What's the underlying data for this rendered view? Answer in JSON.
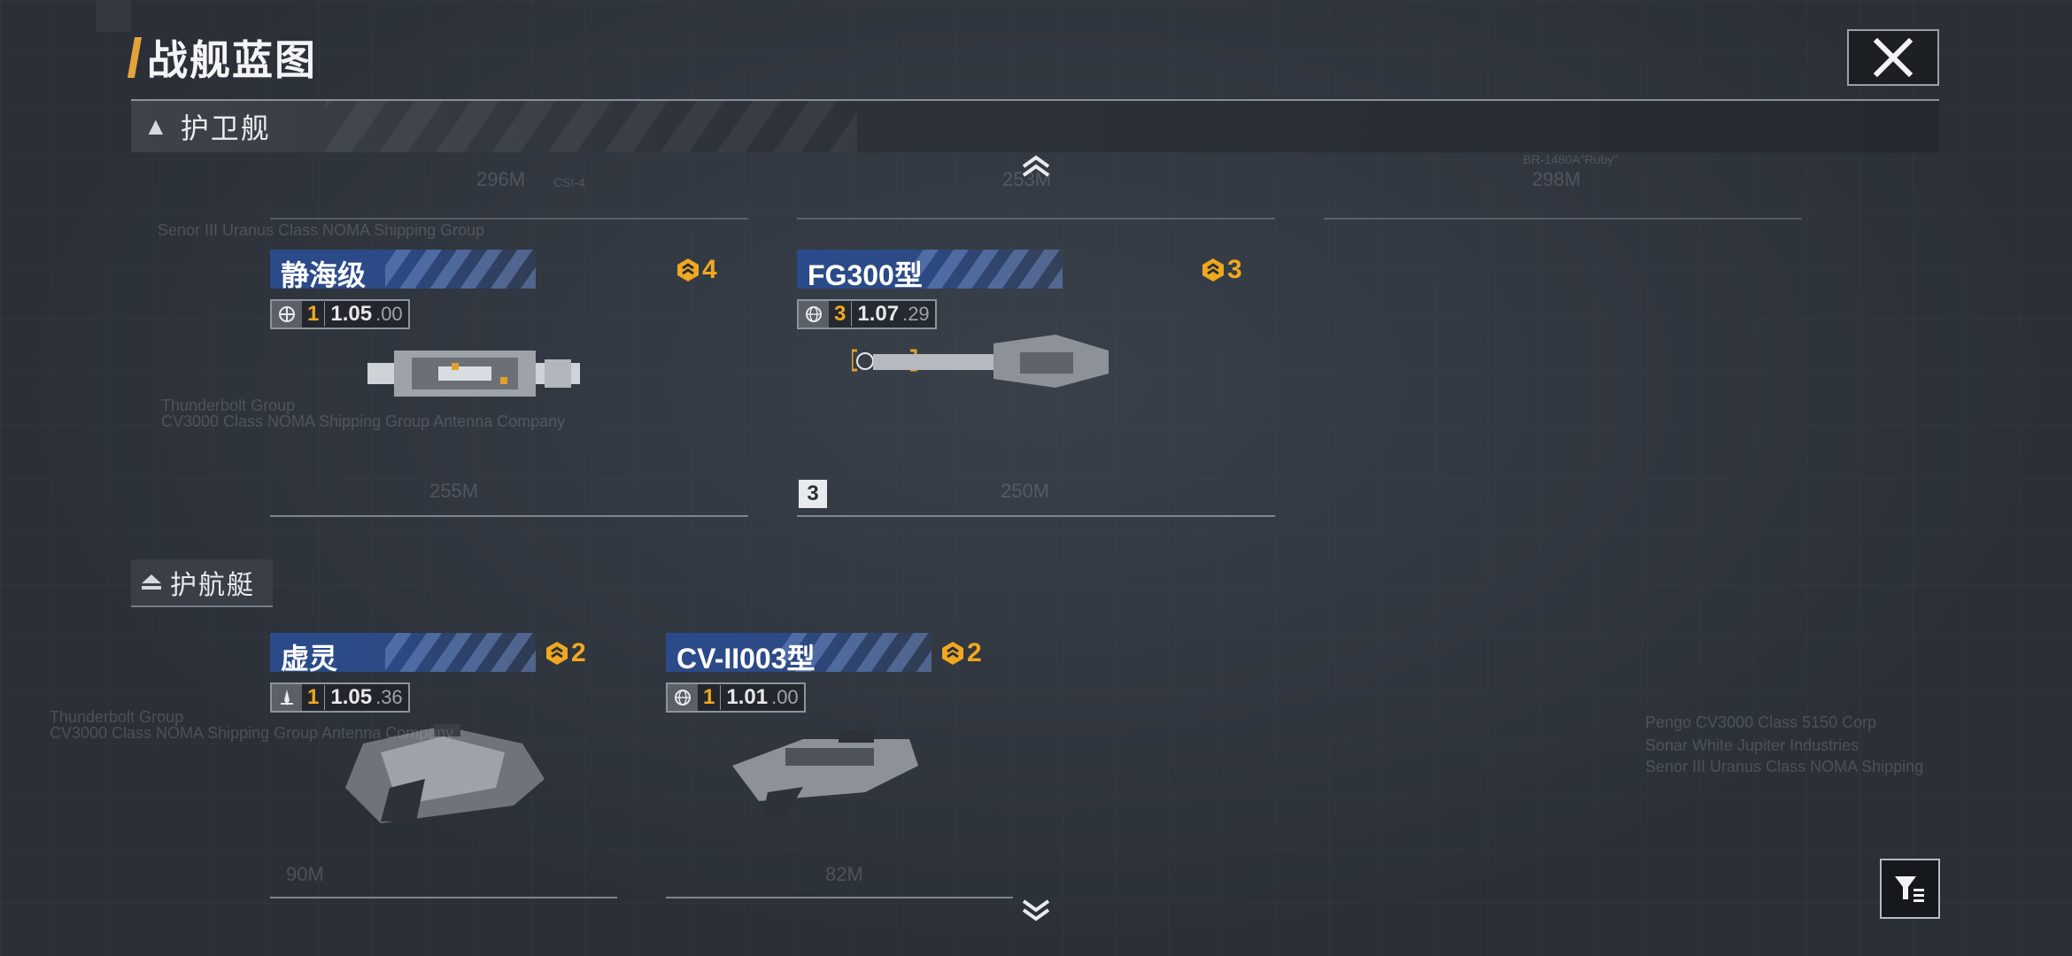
{
  "header": {
    "title": "战舰蓝图"
  },
  "sections": [
    {
      "title": "护卫舰"
    },
    {
      "title": "护航艇"
    }
  ],
  "cards": [
    {
      "name": "静海级",
      "level": "4",
      "count": "1",
      "value_main": "1.05",
      "value_dec": ".00",
      "icon": "shield-globe-icon"
    },
    {
      "name": "FG300型",
      "level": "3",
      "count": "3",
      "value_main": "1.07",
      "value_dec": ".29",
      "icon": "globe-icon"
    },
    {
      "name": "虚灵",
      "level": "2",
      "count": "1",
      "value_main": "1.05",
      "value_dec": ".36",
      "icon": "rocket-icon"
    },
    {
      "name": "CV-II003型",
      "level": "2",
      "count": "1",
      "value_main": "1.01",
      "value_dec": ".00",
      "icon": "globe-icon"
    }
  ],
  "badges": {
    "fg300_count": "3"
  },
  "ghost_text": {
    "top_left_length": "296M",
    "top_mid_length": "253M",
    "top_right_length": "298M",
    "card1_length": "255M",
    "card2_length": "250M",
    "card3_length": "90M",
    "card4_length": "82M",
    "top_left_label": "CSI-4",
    "top_right_label": "BR-1480A\"Ruby\"",
    "group_a": "Senor III Uranus Class NOMA Shipping Group",
    "group_b": "Thunderbolt Group",
    "group_c": "CV3000 Class NOMA Shipping Group Antenna Company",
    "group_d": "Pengo CV3000 Class 5150 Corp",
    "group_e": "Sonar White Jupiter Industries",
    "group_f": "Senor III Uranus Class NOMA Shipping"
  },
  "colors": {
    "accent": "#f0a81e",
    "plate": "#2c4a86"
  }
}
